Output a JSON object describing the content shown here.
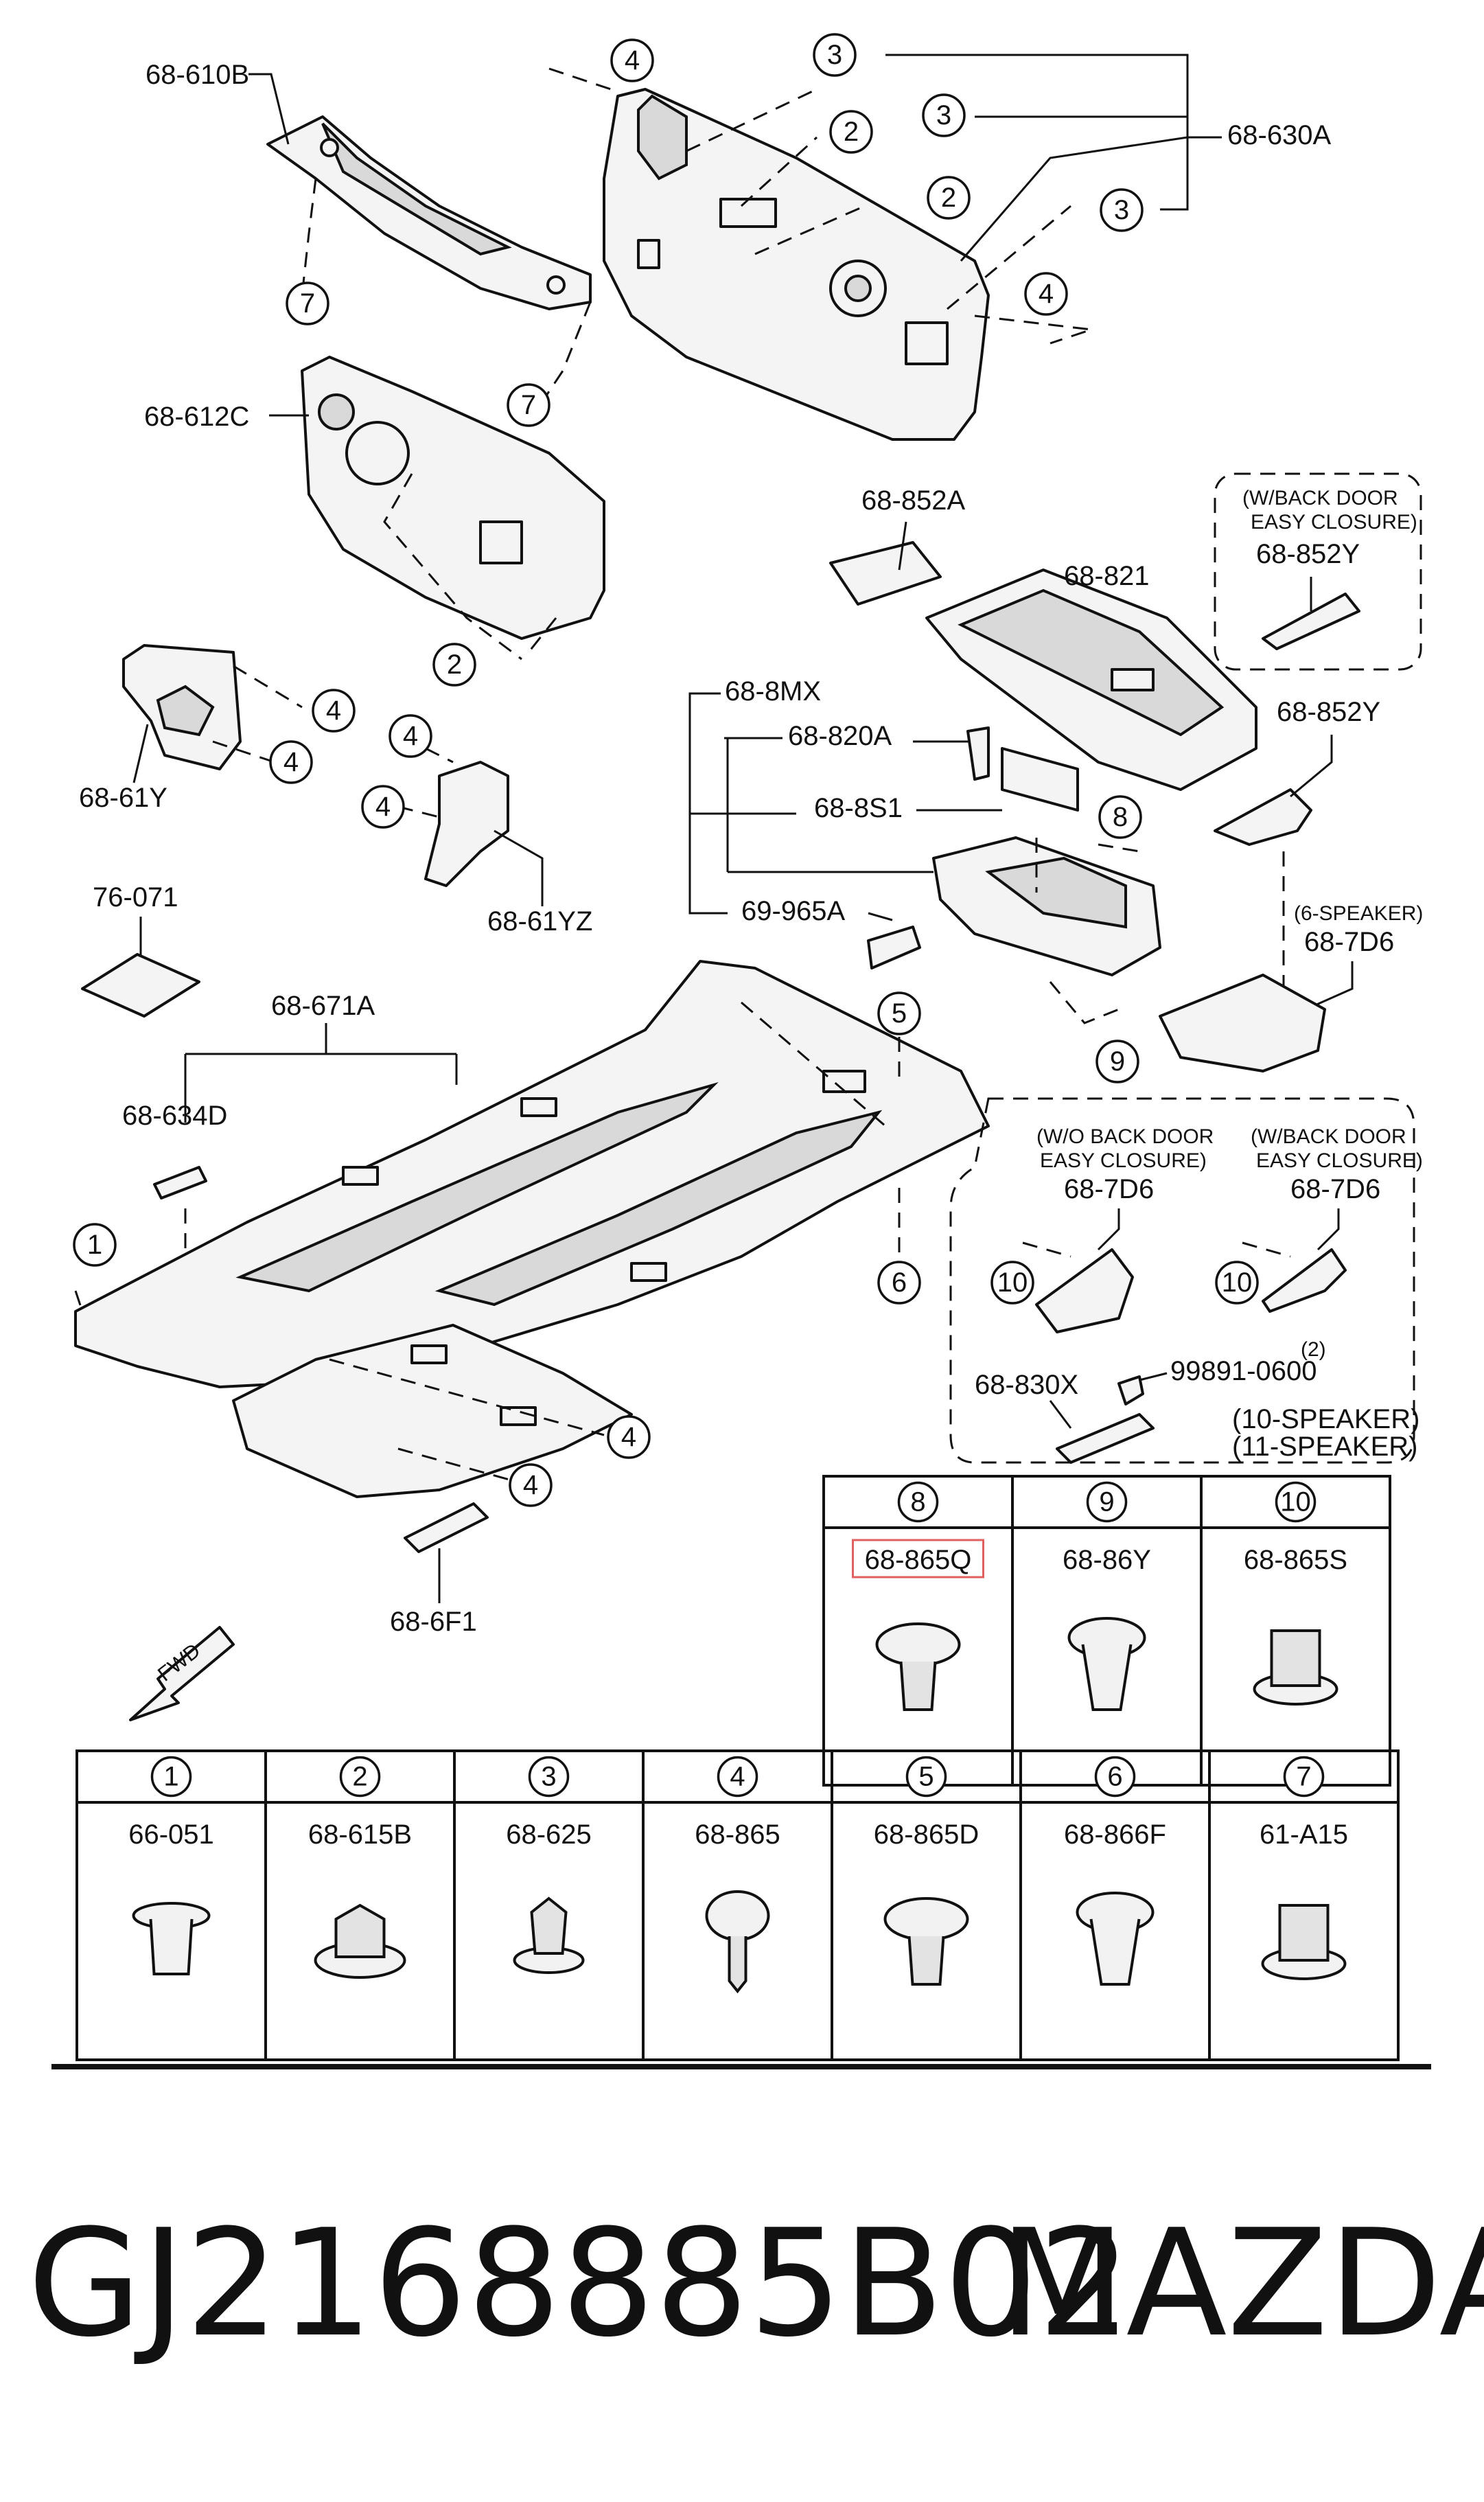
{
  "labels": {
    "p68_610B": "68-610B",
    "p68_630A": "68-630A",
    "p68_612C": "68-612C",
    "p68_852A": "68-852A",
    "p68_821": "68-821",
    "w_back_door_1": "(W/BACK DOOR",
    "easy_closure_1": "EASY CLOSURE)",
    "p68_852Y_a": "68-852Y",
    "p68_852Y_b": "68-852Y",
    "p68_8MX": "68-8MX",
    "p68_820A": "68-820A",
    "p68_8S1": "68-8S1",
    "p69_965A": "69-965A",
    "p68_61Y": "68-61Y",
    "p68_61YZ": "68-61YZ",
    "p76_071": "76-071",
    "p68_671A": "68-671A",
    "p68_634D": "68-634D",
    "six_speaker": "(6-SPEAKER)",
    "p68_7D6_a": "68-7D6",
    "wo_back_door": "(W/O BACK DOOR",
    "easy_closure_2": "EASY CLOSURE)",
    "p68_7D6_b": "68-7D6",
    "w_back_door_2": "(W/BACK DOOR",
    "easy_closure_3": "EASY CLOSURE)",
    "p68_7D6_c": "68-7D6",
    "qty_2": "(2)",
    "p99891": "99891-0600",
    "p68_830X": "68-830X",
    "ten_speaker": "(10-SPEAKER)",
    "eleven_speaker": "(11-SPEAKER)",
    "p68_6F1": "68-6F1",
    "fwd": "FWD"
  },
  "fastener_table_top": [
    {
      "num": "8",
      "part": "68-865Q",
      "highlight": true
    },
    {
      "num": "9",
      "part": "68-86Y",
      "highlight": false
    },
    {
      "num": "10",
      "part": "68-865S",
      "highlight": false
    }
  ],
  "fastener_table_bottom": [
    {
      "num": "1",
      "part": "66-051"
    },
    {
      "num": "2",
      "part": "68-615B"
    },
    {
      "num": "3",
      "part": "68-625"
    },
    {
      "num": "4",
      "part": "68-865"
    },
    {
      "num": "5",
      "part": "68-865D"
    },
    {
      "num": "6",
      "part": "68-866F"
    },
    {
      "num": "7",
      "part": "61-A15"
    }
  ],
  "callout_numbers": {
    "c4a": "4",
    "c3a": "3",
    "c2a": "2",
    "c3b": "3",
    "c2b": "2",
    "c3c": "3",
    "c4b": "4",
    "c7a": "7",
    "c7b": "7",
    "c2c": "2",
    "c4c": "4",
    "c4d": "4",
    "c4e": "4",
    "c4f": "4",
    "c8": "8",
    "c9": "9",
    "c5": "5",
    "c1": "1",
    "c6": "6",
    "c10a": "10",
    "c10b": "10",
    "c4g": "4",
    "c4h": "4"
  },
  "footer": {
    "part_number": "GJ2168885B02",
    "brand": "MAZDA"
  },
  "colors": {
    "line": "#111111",
    "highlight_box": "#e06060",
    "background": "#ffffff"
  }
}
